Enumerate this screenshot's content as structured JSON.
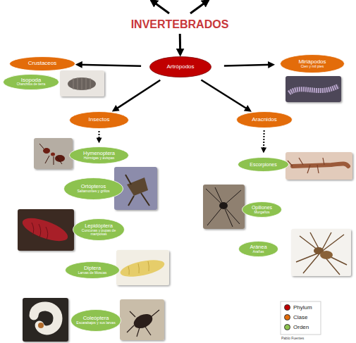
{
  "diagram": {
    "nodes": [
      {
        "text": [
          "INVERTEBRADOS"
        ]
      },
      {
        "text": [
          "Crustaceos"
        ]
      },
      {
        "text": [
          "Artrópodos"
        ]
      },
      {
        "text": [
          "Miriápodos",
          "Cien y mil pies"
        ]
      },
      {
        "text": [
          "Isopoda",
          "Chanchitos de tierra"
        ]
      },
      {
        "text": [
          "Insectos"
        ]
      },
      {
        "text": [
          "Aracnidos"
        ]
      },
      {
        "text": [
          "Hymenoptera",
          "Hormigas y avispas"
        ]
      },
      {
        "text": [
          "Escorpiones"
        ]
      },
      {
        "text": [
          "Ortópteros",
          "Saltamontes y grillos"
        ]
      },
      {
        "text": [
          "Opiliones",
          "Murgaños"
        ]
      },
      {
        "text": [
          "Lepidóptera",
          "Cuncunas y pupas de mariposas"
        ]
      },
      {
        "text": [
          "Aránea",
          "Arañas"
        ]
      },
      {
        "text": [
          "Diptera",
          "Larvas de Moscas"
        ]
      },
      {
        "text": [
          "Coleóptera",
          "Escarabajos y sus larvas"
        ]
      }
    ],
    "edges": [
      {
        "from": 0,
        "to": 2,
        "arrow": "to"
      },
      {
        "from": 2,
        "to": 1,
        "arrow": "to"
      },
      {
        "from": 2,
        "to": 3,
        "arrow": "to"
      },
      {
        "from": 2,
        "to": 5,
        "arrow": "to"
      },
      {
        "from": 2,
        "to": 6,
        "arrow": "to"
      },
      {
        "from": 5,
        "to": 7,
        "arrow": "to"
      },
      {
        "from": 6,
        "to": 8,
        "arrow": "to"
      }
    ],
    "labels": [
      "Pablo Fuentes"
    ],
    "legend": [
      {
        "text": "Phylum",
        "color": "#c00000"
      },
      {
        "text": "Clase",
        "color": "#e36c0a"
      },
      {
        "text": "Orden",
        "color": "#8dc24f"
      }
    ]
  }
}
